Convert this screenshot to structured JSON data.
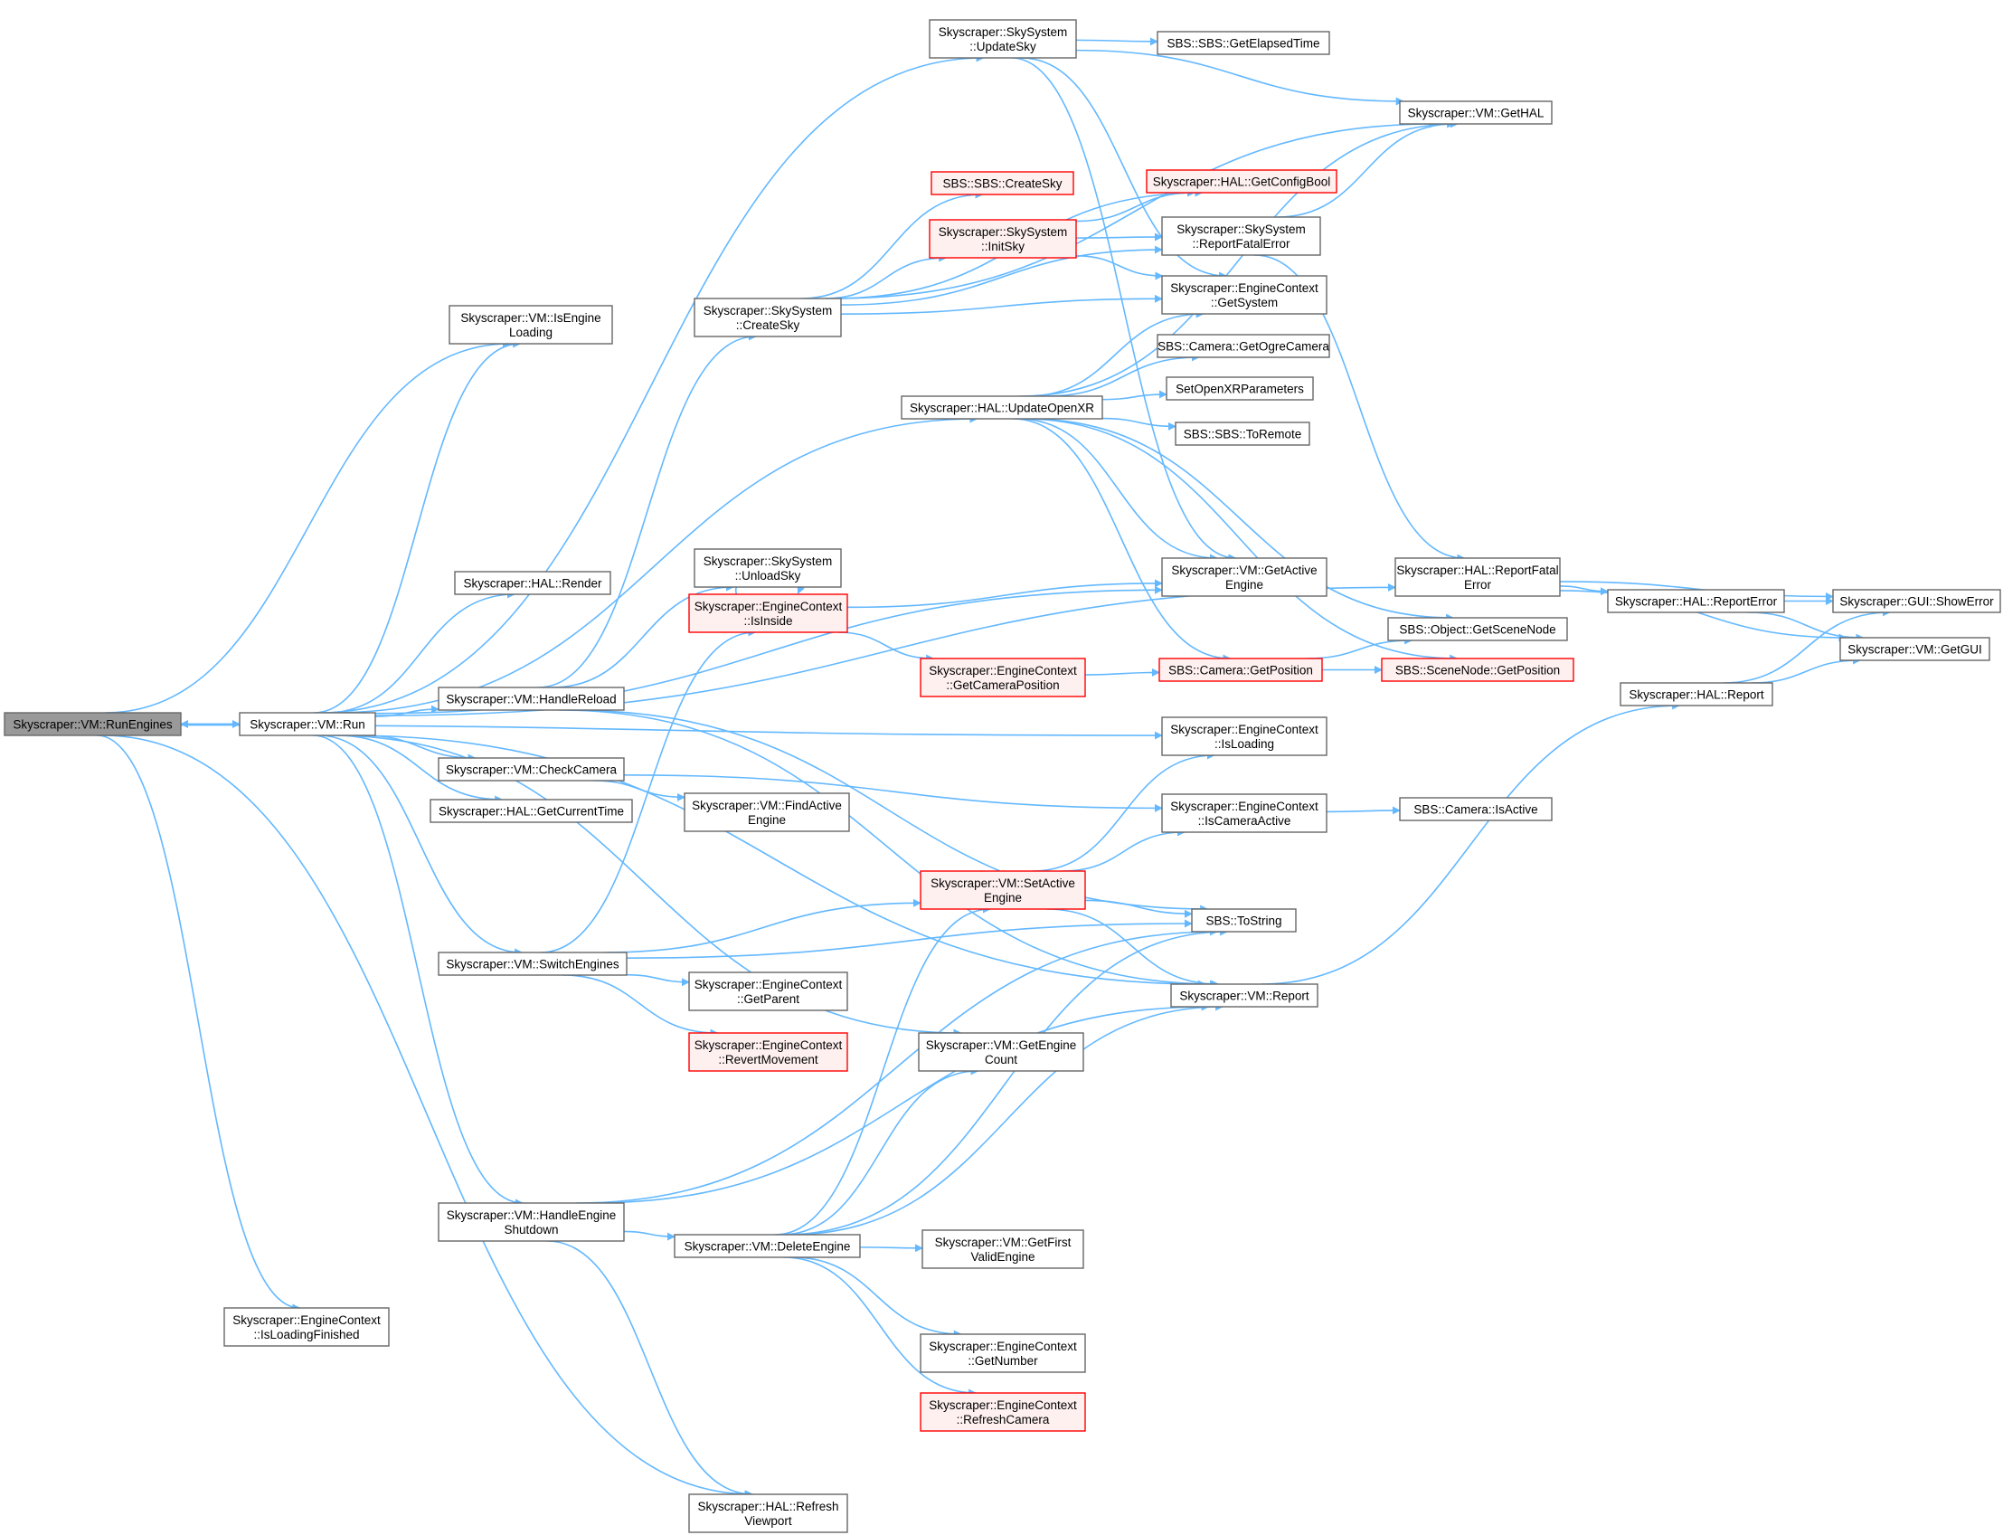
{
  "colors": {
    "edge": "#63b8ff",
    "normal_fill": "#ffffff",
    "normal_stroke": "#666666",
    "truncated_fill": "#fff0f0",
    "truncated_stroke": "#ff0000",
    "root_fill": "#999999",
    "root_stroke": "#666666"
  },
  "nodes": [
    {
      "id": "runengines",
      "lines": [
        "Skyscraper::VM::RunEngines"
      ],
      "style": "root"
    },
    {
      "id": "run",
      "lines": [
        "Skyscraper::VM::Run"
      ],
      "style": "normal"
    },
    {
      "id": "isengineloading",
      "lines": [
        "Skyscraper::VM::IsEngine",
        "Loading"
      ],
      "style": "normal"
    },
    {
      "id": "isloadingfinished",
      "lines": [
        "Skyscraper::EngineContext",
        "::IsLoadingFinished"
      ],
      "style": "normal"
    },
    {
      "id": "halrender",
      "lines": [
        "Skyscraper::HAL::Render"
      ],
      "style": "normal"
    },
    {
      "id": "handlereload",
      "lines": [
        "Skyscraper::VM::HandleReload"
      ],
      "style": "normal"
    },
    {
      "id": "checkcamera",
      "lines": [
        "Skyscraper::VM::CheckCamera"
      ],
      "style": "normal"
    },
    {
      "id": "getcurrenttime",
      "lines": [
        "Skyscraper::HAL::GetCurrentTime"
      ],
      "style": "normal"
    },
    {
      "id": "switchengines",
      "lines": [
        "Skyscraper::VM::SwitchEngines"
      ],
      "style": "normal"
    },
    {
      "id": "handleengineshutdown",
      "lines": [
        "Skyscraper::VM::HandleEngine",
        "Shutdown"
      ],
      "style": "normal"
    },
    {
      "id": "updatesky",
      "lines": [
        "Skyscraper::SkySystem",
        "::UpdateSky"
      ],
      "style": "normal"
    },
    {
      "id": "createsky",
      "lines": [
        "Skyscraper::SkySystem",
        "::CreateSky"
      ],
      "style": "normal"
    },
    {
      "id": "unloadsky",
      "lines": [
        "Skyscraper::SkySystem",
        "::UnloadSky"
      ],
      "style": "normal"
    },
    {
      "id": "isinside",
      "lines": [
        "Skyscraper::EngineContext",
        "::IsInside"
      ],
      "style": "truncated"
    },
    {
      "id": "findactiveengine",
      "lines": [
        "Skyscraper::VM::FindActive",
        "Engine"
      ],
      "style": "normal"
    },
    {
      "id": "getparent",
      "lines": [
        "Skyscraper::EngineContext",
        "::GetParent"
      ],
      "style": "normal"
    },
    {
      "id": "revertmovement",
      "lines": [
        "Skyscraper::EngineContext",
        "::RevertMovement"
      ],
      "style": "truncated"
    },
    {
      "id": "deleteengine",
      "lines": [
        "Skyscraper::VM::DeleteEngine"
      ],
      "style": "normal"
    },
    {
      "id": "refreshviewport",
      "lines": [
        "Skyscraper::HAL::Refresh",
        "Viewport"
      ],
      "style": "normal"
    },
    {
      "id": "sbscreatesky",
      "lines": [
        "SBS::SBS::CreateSky"
      ],
      "style": "truncated"
    },
    {
      "id": "initsky",
      "lines": [
        "Skyscraper::SkySystem",
        "::InitSky"
      ],
      "style": "truncated"
    },
    {
      "id": "getcameraposition",
      "lines": [
        "Skyscraper::EngineContext",
        "::GetCameraPosition"
      ],
      "style": "truncated"
    },
    {
      "id": "setactiveengine",
      "lines": [
        "Skyscraper::VM::SetActive",
        "Engine"
      ],
      "style": "truncated"
    },
    {
      "id": "getenginecount",
      "lines": [
        "Skyscraper::VM::GetEngine",
        "Count"
      ],
      "style": "normal"
    },
    {
      "id": "getfirstvalidengine",
      "lines": [
        "Skyscraper::VM::GetFirst",
        "ValidEngine"
      ],
      "style": "normal"
    },
    {
      "id": "getnumber",
      "lines": [
        "Skyscraper::EngineContext",
        "::GetNumber"
      ],
      "style": "normal"
    },
    {
      "id": "refreshcamera",
      "lines": [
        "Skyscraper::EngineContext",
        "::RefreshCamera"
      ],
      "style": "truncated"
    },
    {
      "id": "updateopenxr",
      "lines": [
        "Skyscraper::HAL::UpdateOpenXR"
      ],
      "style": "normal"
    },
    {
      "id": "getelapsedtime",
      "lines": [
        "SBS::SBS::GetElapsedTime"
      ],
      "style": "normal"
    },
    {
      "id": "getconfigbool",
      "lines": [
        "Skyscraper::HAL::GetConfigBool"
      ],
      "style": "truncated"
    },
    {
      "id": "skyreportfatalerror",
      "lines": [
        "Skyscraper::SkySystem",
        "::ReportFatalError"
      ],
      "style": "normal"
    },
    {
      "id": "getsystem",
      "lines": [
        "Skyscraper::EngineContext",
        "::GetSystem"
      ],
      "style": "normal"
    },
    {
      "id": "getogrecamera",
      "lines": [
        "SBS::Camera::GetOgreCamera"
      ],
      "style": "normal"
    },
    {
      "id": "setopenxrparameters",
      "lines": [
        "SetOpenXRParameters"
      ],
      "style": "normal"
    },
    {
      "id": "toremote",
      "lines": [
        "SBS::SBS::ToRemote"
      ],
      "style": "normal"
    },
    {
      "id": "getactiveengine",
      "lines": [
        "Skyscraper::VM::GetActive",
        "Engine"
      ],
      "style": "normal"
    },
    {
      "id": "camgetposition",
      "lines": [
        "SBS::Camera::GetPosition"
      ],
      "style": "truncated"
    },
    {
      "id": "isloading",
      "lines": [
        "Skyscraper::EngineContext",
        "::IsLoading"
      ],
      "style": "normal"
    },
    {
      "id": "iscameraactive",
      "lines": [
        "Skyscraper::EngineContext",
        "::IsCameraActive"
      ],
      "style": "normal"
    },
    {
      "id": "tostring",
      "lines": [
        "SBS::ToString"
      ],
      "style": "normal"
    },
    {
      "id": "vmreport",
      "lines": [
        "Skyscraper::VM::Report"
      ],
      "style": "normal"
    },
    {
      "id": "gethal",
      "lines": [
        "Skyscraper::VM::GetHAL"
      ],
      "style": "normal"
    },
    {
      "id": "halreportfatalerror",
      "lines": [
        "Skyscraper::HAL::ReportFatal",
        "Error"
      ],
      "style": "normal"
    },
    {
      "id": "getscenenode",
      "lines": [
        "SBS::Object::GetSceneNode"
      ],
      "style": "normal"
    },
    {
      "id": "scenenodegetposition",
      "lines": [
        "SBS::SceneNode::GetPosition"
      ],
      "style": "truncated"
    },
    {
      "id": "camisactive",
      "lines": [
        "SBS::Camera::IsActive"
      ],
      "style": "normal"
    },
    {
      "id": "halreporterror",
      "lines": [
        "Skyscraper::HAL::ReportError"
      ],
      "style": "normal"
    },
    {
      "id": "halreport",
      "lines": [
        "Skyscraper::HAL::Report"
      ],
      "style": "normal"
    },
    {
      "id": "showerror",
      "lines": [
        "Skyscraper::GUI::ShowError"
      ],
      "style": "normal"
    },
    {
      "id": "getgui",
      "lines": [
        "Skyscraper::VM::GetGUI"
      ],
      "style": "normal"
    }
  ],
  "edges": [
    [
      "runengines",
      "run"
    ],
    [
      "runengines",
      "isengineloading"
    ],
    [
      "runengines",
      "isloadingfinished"
    ],
    [
      "runengines",
      "isloading"
    ],
    [
      "runengines",
      "refreshviewport"
    ],
    [
      "run",
      "runengines"
    ],
    [
      "run",
      "isengineloading"
    ],
    [
      "run",
      "updatesky"
    ],
    [
      "run",
      "updateopenxr"
    ],
    [
      "run",
      "getactiveengine"
    ],
    [
      "run",
      "halreportfatalerror"
    ],
    [
      "run",
      "halrender"
    ],
    [
      "run",
      "handlereload"
    ],
    [
      "run",
      "checkcamera"
    ],
    [
      "run",
      "getcurrenttime"
    ],
    [
      "run",
      "switchengines"
    ],
    [
      "run",
      "getenginecount"
    ],
    [
      "run",
      "vmreport"
    ],
    [
      "run",
      "handleengineshutdown"
    ],
    [
      "handlereload",
      "unloadsky"
    ],
    [
      "handlereload",
      "createsky"
    ],
    [
      "handlereload",
      "tostring"
    ],
    [
      "handlereload",
      "vmreport"
    ],
    [
      "checkcamera",
      "findactiveengine"
    ],
    [
      "checkcamera",
      "iscameraactive"
    ],
    [
      "switchengines",
      "isinside"
    ],
    [
      "switchengines",
      "setactiveengine"
    ],
    [
      "switchengines",
      "getparent"
    ],
    [
      "switchengines",
      "revertmovement"
    ],
    [
      "switchengines",
      "tostring"
    ],
    [
      "handleengineshutdown",
      "deleteengine"
    ],
    [
      "handleengineshutdown",
      "refreshviewport"
    ],
    [
      "handleengineshutdown",
      "tostring"
    ],
    [
      "handleengineshutdown",
      "vmreport"
    ],
    [
      "updatesky",
      "gethal"
    ],
    [
      "updatesky",
      "getelapsedtime"
    ],
    [
      "updatesky",
      "getsystem"
    ],
    [
      "updatesky",
      "getactiveengine"
    ],
    [
      "createsky",
      "sbscreatesky"
    ],
    [
      "createsky",
      "initsky"
    ],
    [
      "createsky",
      "getconfigbool"
    ],
    [
      "createsky",
      "gethal"
    ],
    [
      "createsky",
      "skyreportfatalerror"
    ],
    [
      "createsky",
      "getsystem"
    ],
    [
      "initsky",
      "getconfigbool"
    ],
    [
      "initsky",
      "skyreportfatalerror"
    ],
    [
      "initsky",
      "getsystem"
    ],
    [
      "isinside",
      "isinside"
    ],
    [
      "isinside",
      "getactiveengine"
    ],
    [
      "isinside",
      "getcameraposition"
    ],
    [
      "getcameraposition",
      "camgetposition"
    ],
    [
      "deleteengine",
      "setactiveengine"
    ],
    [
      "deleteengine",
      "getenginecount"
    ],
    [
      "deleteengine",
      "getfirstvalidengine"
    ],
    [
      "deleteengine",
      "getnumber"
    ],
    [
      "deleteengine",
      "refreshcamera"
    ],
    [
      "deleteengine",
      "tostring"
    ],
    [
      "deleteengine",
      "vmreport"
    ],
    [
      "setactiveengine",
      "isloading"
    ],
    [
      "setactiveengine",
      "iscameraactive"
    ],
    [
      "setactiveengine",
      "tostring"
    ],
    [
      "setactiveengine",
      "vmreport"
    ],
    [
      "updateopenxr",
      "gethal"
    ],
    [
      "updateopenxr",
      "getsystem"
    ],
    [
      "updateopenxr",
      "getogrecamera"
    ],
    [
      "updateopenxr",
      "setopenxrparameters"
    ],
    [
      "updateopenxr",
      "toremote"
    ],
    [
      "updateopenxr",
      "getactiveengine"
    ],
    [
      "updateopenxr",
      "camgetposition"
    ],
    [
      "updateopenxr",
      "getscenenode"
    ],
    [
      "updateopenxr",
      "scenenodegetposition"
    ],
    [
      "skyreportfatalerror",
      "gethal"
    ],
    [
      "skyreportfatalerror",
      "halreportfatalerror"
    ],
    [
      "halreportfatalerror",
      "showerror"
    ],
    [
      "halreportfatalerror",
      "halreporterror"
    ],
    [
      "halreportfatalerror",
      "getgui"
    ],
    [
      "halreporterror",
      "showerror"
    ],
    [
      "halreporterror",
      "getgui"
    ],
    [
      "halreport",
      "showerror"
    ],
    [
      "halreport",
      "getgui"
    ],
    [
      "camgetposition",
      "getscenenode"
    ],
    [
      "camgetposition",
      "scenenodegetposition"
    ],
    [
      "iscameraactive",
      "camisactive"
    ],
    [
      "vmreport",
      "halreport"
    ]
  ]
}
